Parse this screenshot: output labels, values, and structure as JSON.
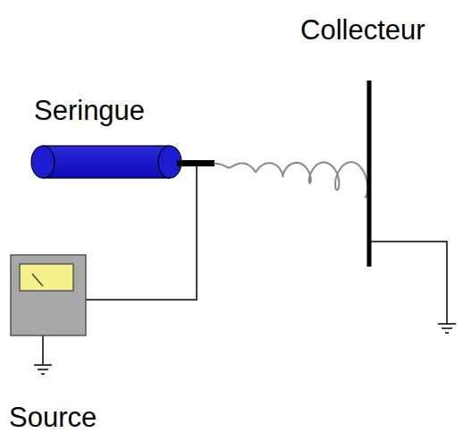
{
  "diagram": {
    "labels": [
      "Collecteur",
      "Seringue",
      "Source"
    ]
  }
}
